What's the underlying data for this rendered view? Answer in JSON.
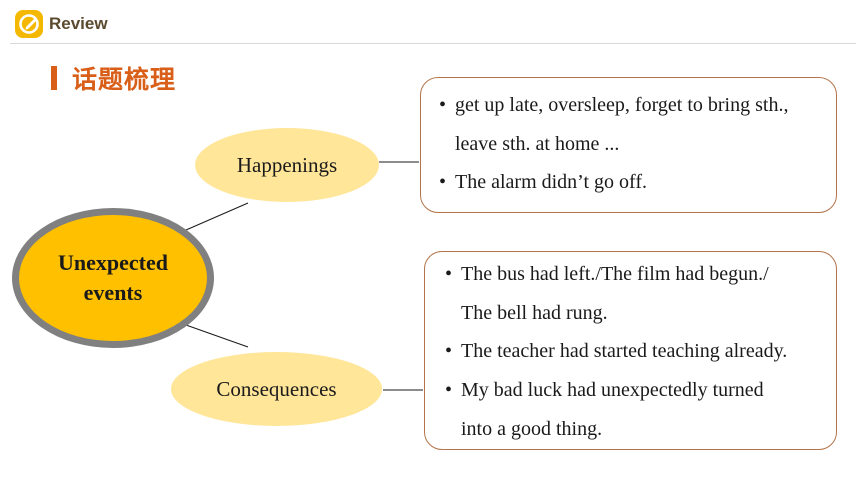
{
  "header": {
    "review_label": "Review",
    "accent_color": "#f5b800"
  },
  "section": {
    "title": "话题梳理",
    "color": "#d95f19"
  },
  "diagram": {
    "center": "Unexpected events",
    "branches": [
      {
        "label": "Happenings",
        "lines": [
          {
            "bullet": "•",
            "text": "get up late, oversleep, forget to bring sth.,"
          },
          {
            "bullet": "",
            "text": "leave sth. at home ..."
          },
          {
            "bullet": "•",
            "text": "The alarm didn’t go off."
          }
        ]
      },
      {
        "label": "Consequences",
        "lines": [
          {
            "bullet": "•",
            "text": "The bus had left./The film had begun./"
          },
          {
            "bullet": "",
            "text": "The bell had rung."
          },
          {
            "bullet": "•",
            "text": "The teacher had started teaching already."
          },
          {
            "bullet": "•",
            "text": "My bad luck had unexpectedly turned"
          },
          {
            "bullet": "",
            "text": "into a good thing."
          }
        ]
      }
    ],
    "colors": {
      "center_fill": "#ffc000",
      "center_ring": "#808080",
      "branch_fill": "#ffe699",
      "box_border": "#b3744a"
    }
  }
}
